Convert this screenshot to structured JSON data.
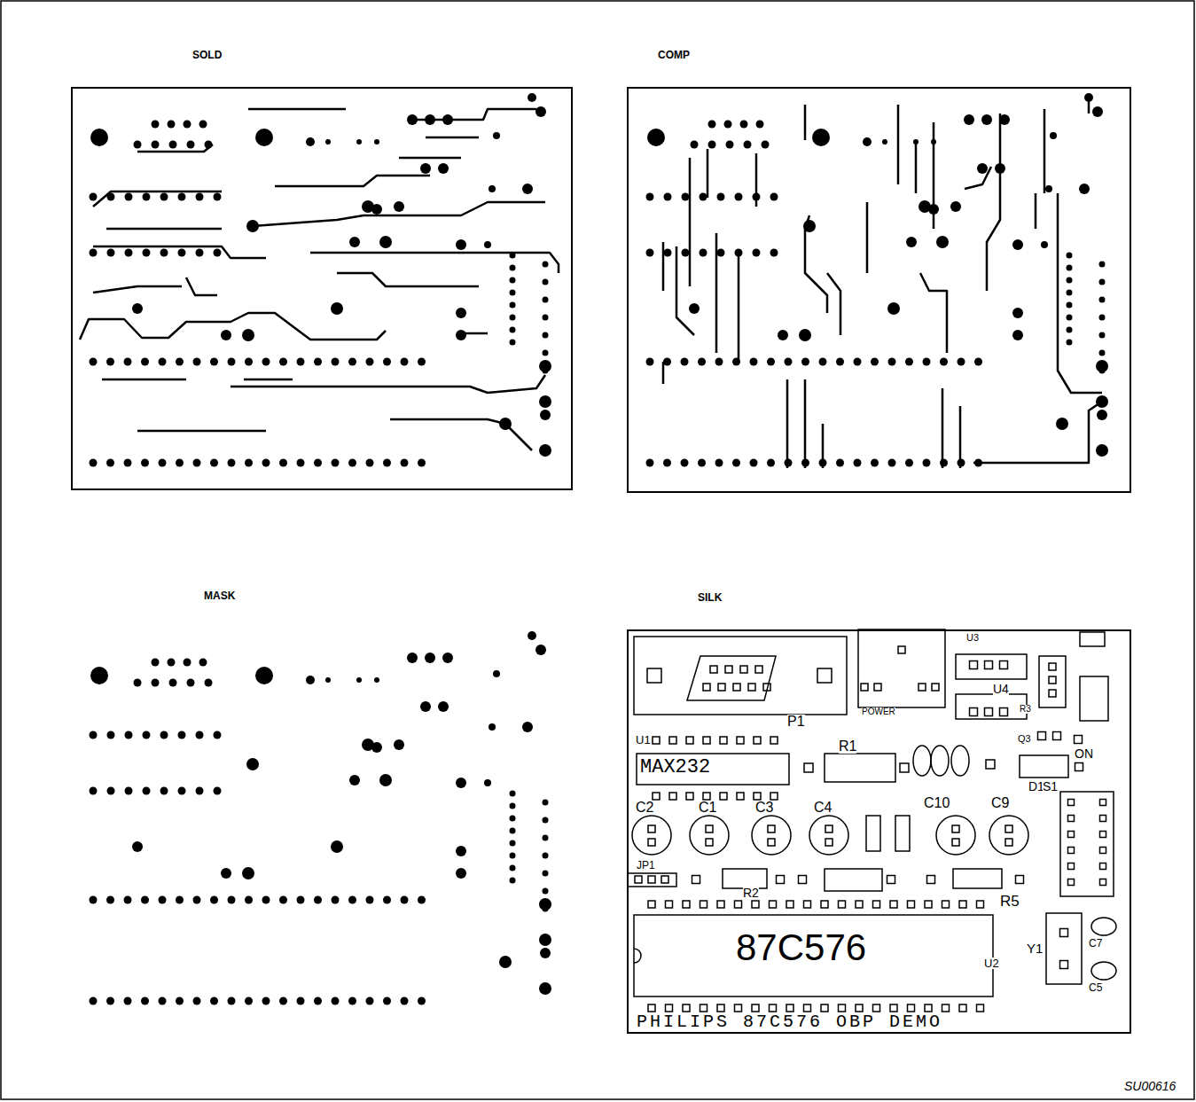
{
  "diagram": {
    "nodes": [
      {
        "text": [
          "SOLD"
        ]
      },
      {
        "text": [
          "COMP"
        ]
      },
      {
        "text": [
          "MASK"
        ]
      },
      {
        "text": [
          "SILK"
        ]
      }
    ],
    "labels": [
      "P1",
      "U1",
      "MAX232",
      "R1",
      "U4",
      "U3",
      "POWER",
      "R3",
      "Q3",
      "D1",
      "ON",
      "C2",
      "C1",
      "C3",
      "C4",
      "C10",
      "C9",
      "S1",
      "JP1",
      "R2",
      "R5",
      "87C576",
      "U2",
      "Y1",
      "C7",
      "C5",
      "PHILIPS 87C576 OBP DEMO",
      "SU00616"
    ]
  }
}
